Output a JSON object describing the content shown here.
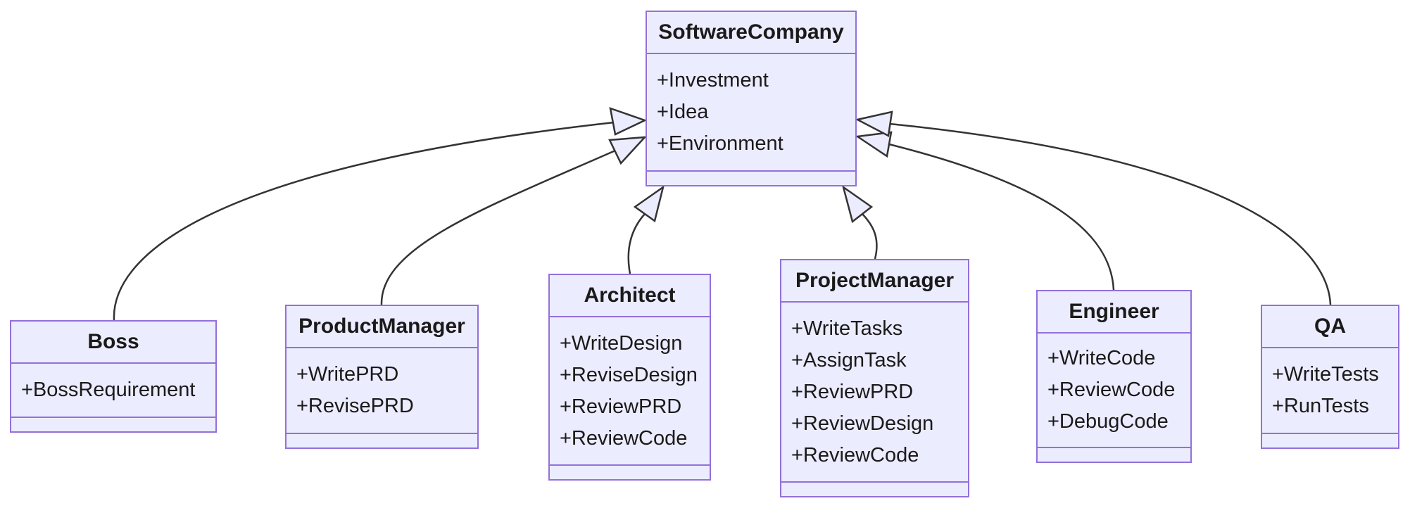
{
  "diagram": {
    "type": "uml-class-diagram",
    "colors": {
      "node_fill": "#ECECFF",
      "node_border": "#9370DB",
      "edge_line": "#333333",
      "text": "#1a1a1a",
      "background": "#ffffff"
    },
    "classes": [
      {
        "name": "SoftwareCompany",
        "members": [
          "+Investment",
          "+Idea",
          "+Environment"
        ]
      },
      {
        "name": "Boss",
        "members": [
          "+BossRequirement"
        ]
      },
      {
        "name": "ProductManager",
        "members": [
          "+WritePRD",
          "+RevisePRD"
        ]
      },
      {
        "name": "Architect",
        "members": [
          "+WriteDesign",
          "+ReviseDesign",
          "+ReviewPRD",
          "+ReviewCode"
        ]
      },
      {
        "name": "ProjectManager",
        "members": [
          "+WriteTasks",
          "+AssignTask",
          "+ReviewPRD",
          "+ReviewDesign",
          "+ReviewCode"
        ]
      },
      {
        "name": "Engineer",
        "members": [
          "+WriteCode",
          "+ReviewCode",
          "+DebugCode"
        ]
      },
      {
        "name": "QA",
        "members": [
          "+WriteTests",
          "+RunTests"
        ]
      }
    ],
    "relations": [
      {
        "from": "Boss",
        "to": "SoftwareCompany",
        "type": "inheritance"
      },
      {
        "from": "ProductManager",
        "to": "SoftwareCompany",
        "type": "inheritance"
      },
      {
        "from": "Architect",
        "to": "SoftwareCompany",
        "type": "inheritance"
      },
      {
        "from": "ProjectManager",
        "to": "SoftwareCompany",
        "type": "inheritance"
      },
      {
        "from": "Engineer",
        "to": "SoftwareCompany",
        "type": "inheritance"
      },
      {
        "from": "QA",
        "to": "SoftwareCompany",
        "type": "inheritance"
      }
    ]
  }
}
